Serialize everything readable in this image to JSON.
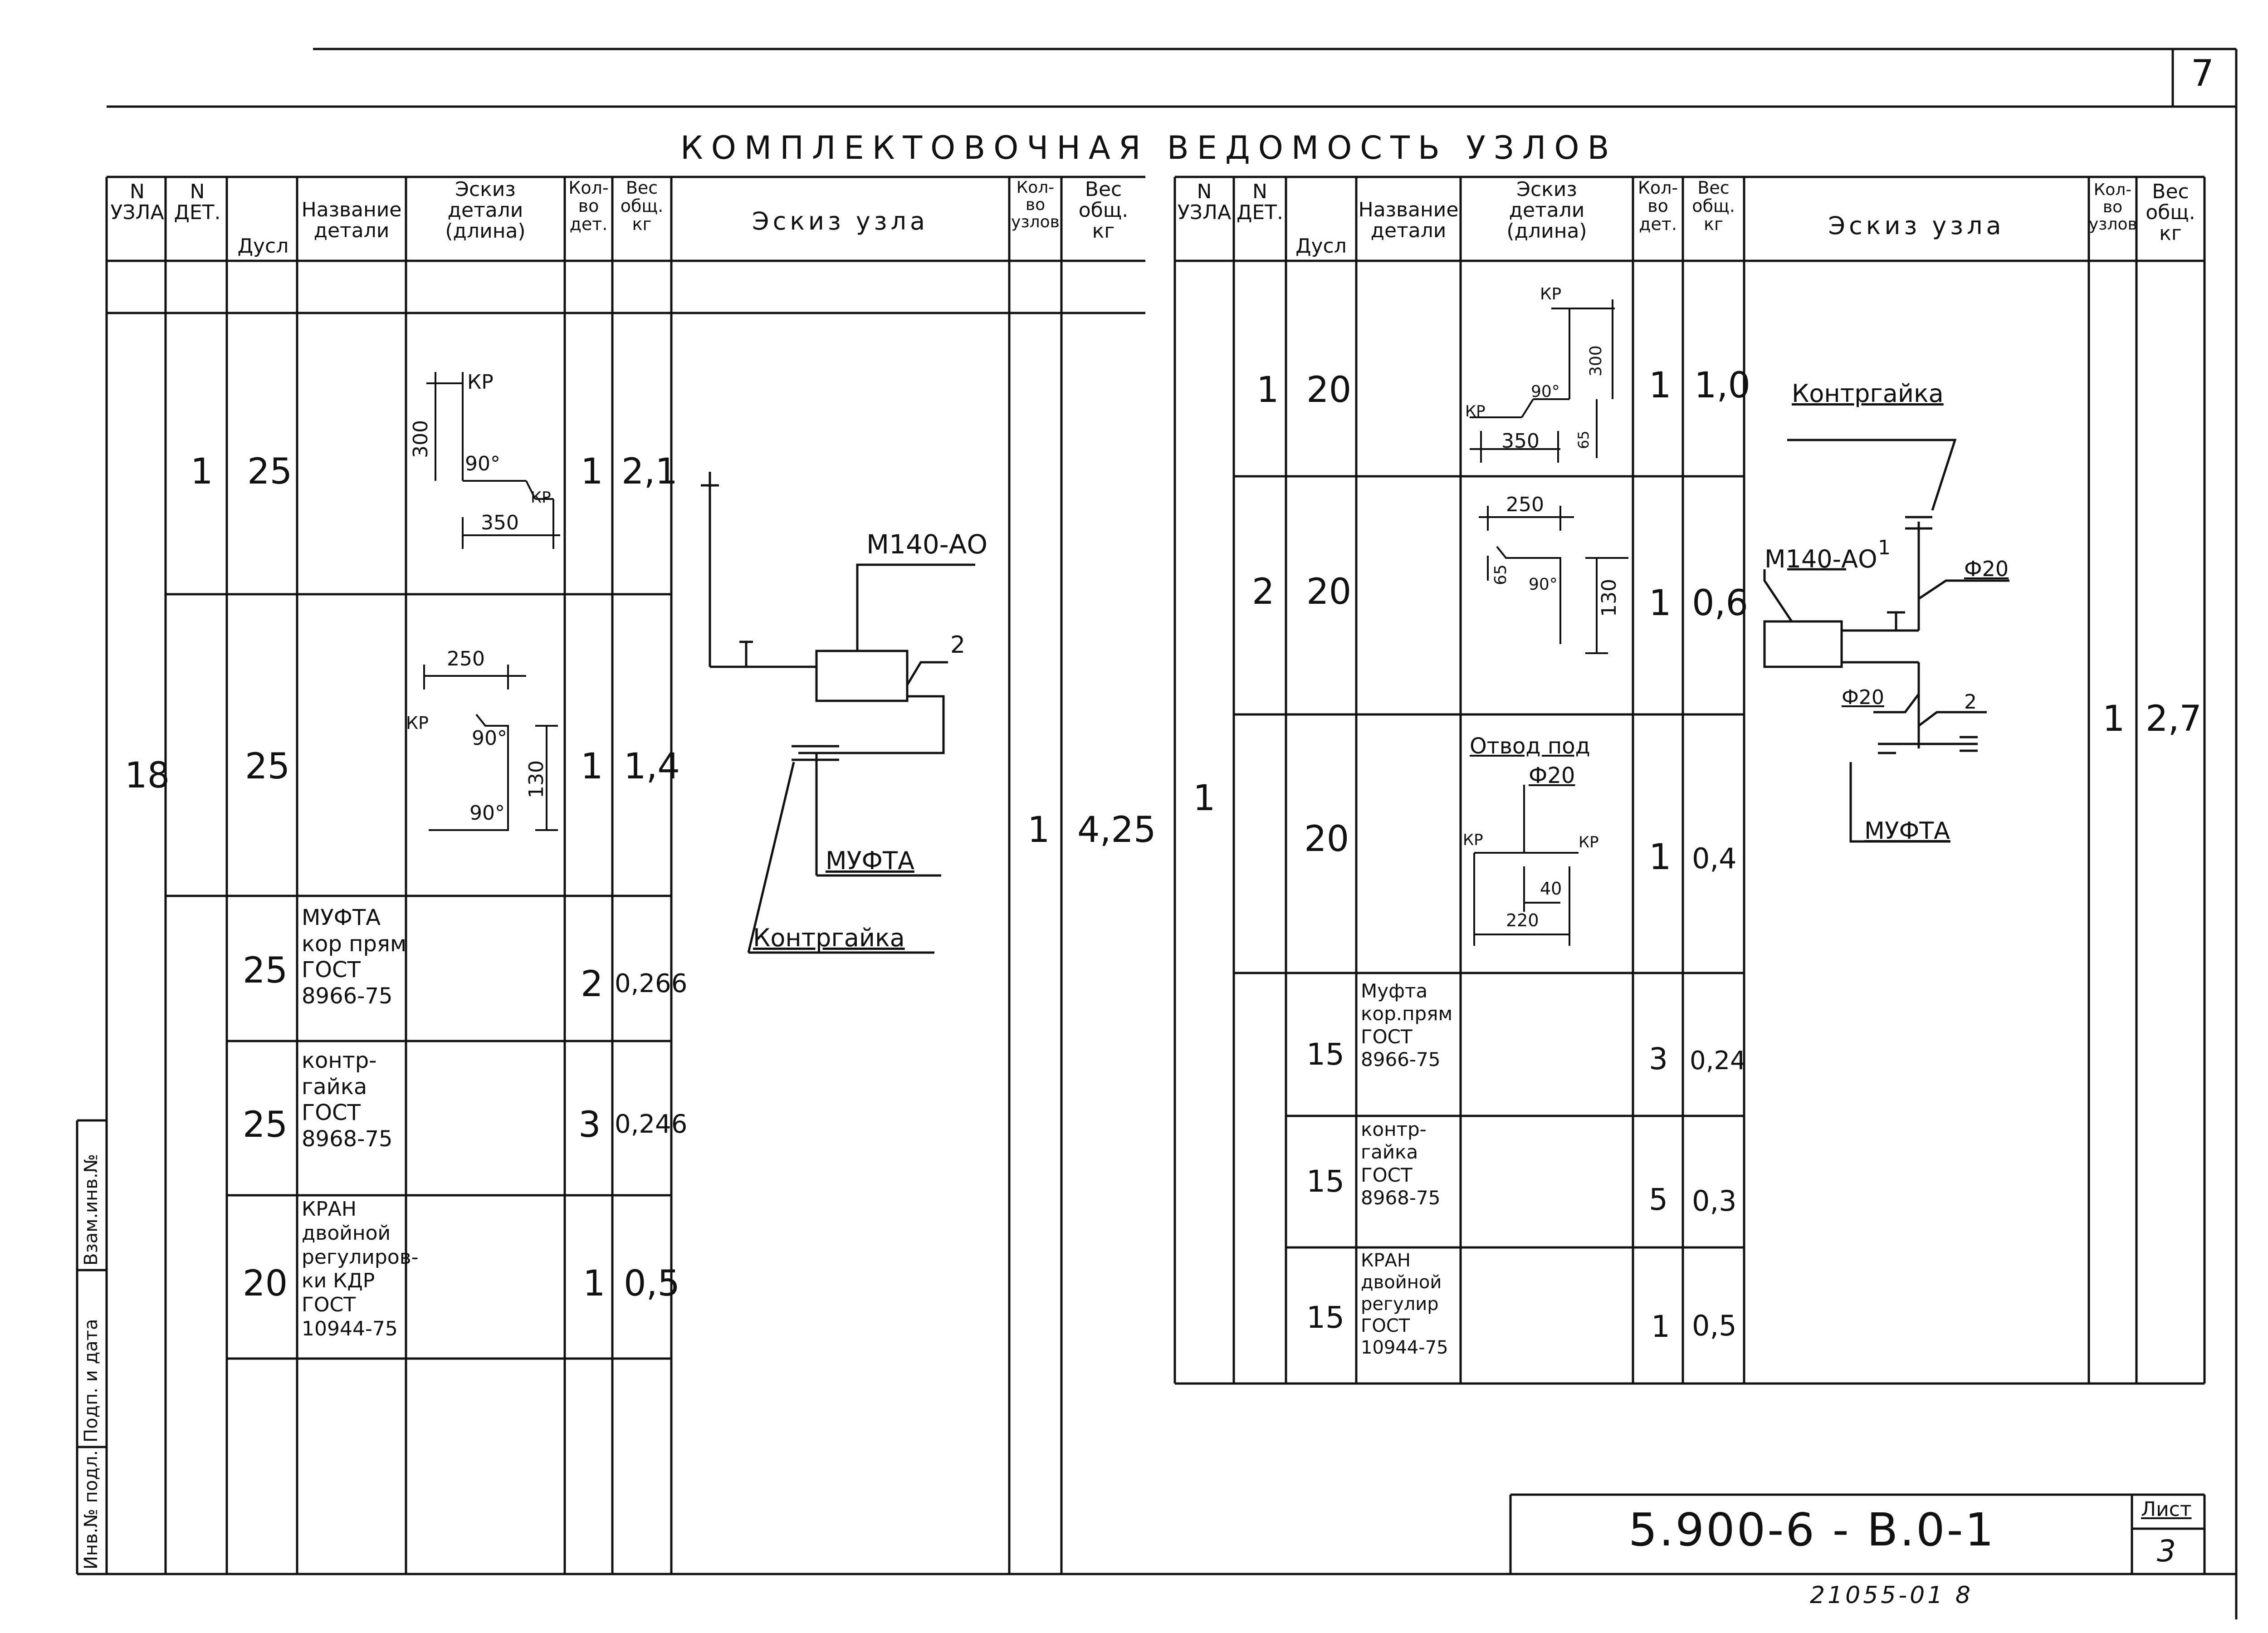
{
  "page_number": "7",
  "title": "КОМПЛЕКТОВОЧНАЯ ВЕДОМОСТЬ УЗЛОВ",
  "headers": {
    "node_no": [
      "N",
      "УЗЛА"
    ],
    "detail_no": [
      "N",
      "ДЕТ."
    ],
    "du": "Дусл",
    "detail_name": [
      "Название",
      "детали"
    ],
    "detail_sketch": [
      "Эскиз",
      "детали",
      "(длина)"
    ],
    "qty_det": [
      "Кол-",
      "во",
      "дет."
    ],
    "weight": [
      "Вес",
      "общ.",
      "кг"
    ],
    "node_sketch": "Эскиз узла",
    "qty_nodes": [
      "Кол-",
      "во",
      "узлов"
    ],
    "weight_total": [
      "Вес",
      "общ.",
      "кг"
    ]
  },
  "left_table": {
    "node": "18",
    "node_qty": "1",
    "node_weight": "4,25",
    "rows": [
      {
        "det": "1",
        "du": "25",
        "name": [],
        "qty": "1",
        "weight": "2,1"
      },
      {
        "det": "",
        "du": "25",
        "name": [],
        "qty": "1",
        "weight": "1,4"
      },
      {
        "det": "",
        "du": "25",
        "name": [
          "МУФТА",
          "кор прям",
          "ГОСТ",
          "8966-75"
        ],
        "qty": "2",
        "weight": "0,266"
      },
      {
        "det": "",
        "du": "25",
        "name": [
          "контр-",
          "гайка",
          "ГОСТ",
          "8968-75"
        ],
        "qty": "3",
        "weight": "0,246"
      },
      {
        "det": "",
        "du": "20",
        "name": [
          "КРАН",
          "двойной",
          "регулиров-",
          "ки КДР",
          "ГОСТ",
          "10944-75"
        ],
        "qty": "1",
        "weight": "0,5"
      }
    ],
    "sketch1": {
      "kr_top": "КР",
      "len": "300",
      "angle": "90°",
      "kr_bottom": "КР",
      "width": "350"
    },
    "sketch2": {
      "width": "250",
      "kr": "КР",
      "angle1": "90°",
      "height": "130",
      "angle2": "90°"
    },
    "node_sketch": {
      "mark": "М140-АО",
      "pos": "2",
      "muft": "МУФТА",
      "nut": "Контргайка"
    }
  },
  "right_table": {
    "node": "1",
    "node_qty": "1",
    "node_weight": "2,7",
    "rows": [
      {
        "det": "1",
        "du": "20",
        "name": [],
        "qty": "1",
        "weight": "1,0"
      },
      {
        "det": "2",
        "du": "20",
        "name": [],
        "qty": "1",
        "weight": "0,6"
      },
      {
        "det": "",
        "du": "20",
        "name": [],
        "qty": "1",
        "weight": "0,4"
      },
      {
        "det": "",
        "du": "15",
        "name": [
          "Муфта",
          "кор.прям",
          "ГОСТ",
          "8966-75"
        ],
        "qty": "3",
        "weight": "0,24"
      },
      {
        "det": "",
        "du": "15",
        "name": [
          "контр-",
          "гайка",
          "ГОСТ",
          "8968-75"
        ],
        "qty": "5",
        "weight": "0,3"
      },
      {
        "det": "",
        "du": "15",
        "name": [
          "КРАН",
          "двойной",
          "регулир",
          "ГОСТ",
          "10944-75"
        ],
        "qty": "1",
        "weight": "0,5"
      }
    ],
    "sketch1": {
      "kr": "КР",
      "len": "300",
      "angle": "90°",
      "kr_left": "КР",
      "width": "350",
      "small": "65"
    },
    "sketch2": {
      "width": "250",
      "small": "65",
      "angle": "90°",
      "height": "130"
    },
    "sketch3": {
      "label": "Отвод под",
      "dia": "Ф20",
      "kr_left": "КР",
      "kr_right": "КР",
      "small": "40",
      "width": "220"
    },
    "node_sketch": {
      "nut": "Контргайка",
      "mark": "М140-АО",
      "pos1": "1",
      "dia1": "Ф20",
      "dia2": "Ф20",
      "pos2": "2",
      "muft": "МУФТА"
    }
  },
  "side_stamp": [
    "Инв.№ подл.",
    "Подп. и дата",
    "Взам.инв.№"
  ],
  "doc_code": "5.900-6 - В.0-1",
  "sheet_label": "Лист",
  "sheet_no": "3",
  "bottom_code": "21055-01 8"
}
